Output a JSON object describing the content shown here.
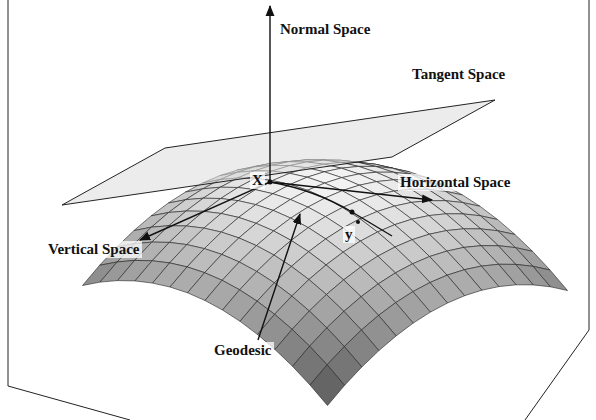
{
  "diagram": {
    "labels": [
      "Normal Space",
      "Tangent Space",
      "X",
      "Horizontal Space",
      "Vertical Space",
      "y",
      "Geodesic"
    ]
  }
}
